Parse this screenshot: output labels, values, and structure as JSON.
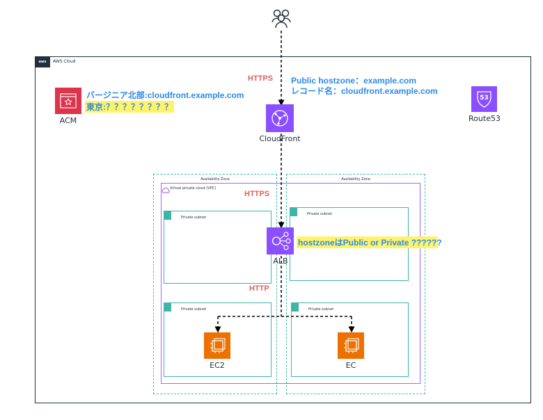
{
  "aws_cloud": {
    "logo_text": "aws",
    "label": "AWS Cloud"
  },
  "availability_zones": [
    "Availability Zone",
    "Availability Zone"
  ],
  "vpc_label": "Virtual private cloud (VPC)",
  "subnets": [
    "Private subnet",
    "Private subnet",
    "Private subnet",
    "Private subnet"
  ],
  "services": {
    "acm": "ACM",
    "cloudfront": "CloudFront",
    "route53": "Route53",
    "route53_badge": "53",
    "alb": "ALB",
    "ec2_left": "EC2",
    "ec2_right": "EC"
  },
  "protocols": {
    "top": "HTTPS",
    "middle": "HTTPS",
    "bottom": "HTTP"
  },
  "notes": {
    "cert_line1": "バージニア北部:cloudfront.example.com",
    "cert_line2": "東京:？？？？？？？？",
    "hostzone_line1": "Public hostzone：example.com",
    "hostzone_line2": "レコード名：cloudfront.example.com",
    "alb_question": "hostzoneはPublic or Private ??????"
  },
  "colors": {
    "acm": "#dd344c",
    "purple": "#8c4fff",
    "ec2": "#ed7100",
    "teal": "#3fb5a8",
    "blue_text": "#2d8be6",
    "red_text": "#e35d5d",
    "highlight": "#fff36b"
  }
}
